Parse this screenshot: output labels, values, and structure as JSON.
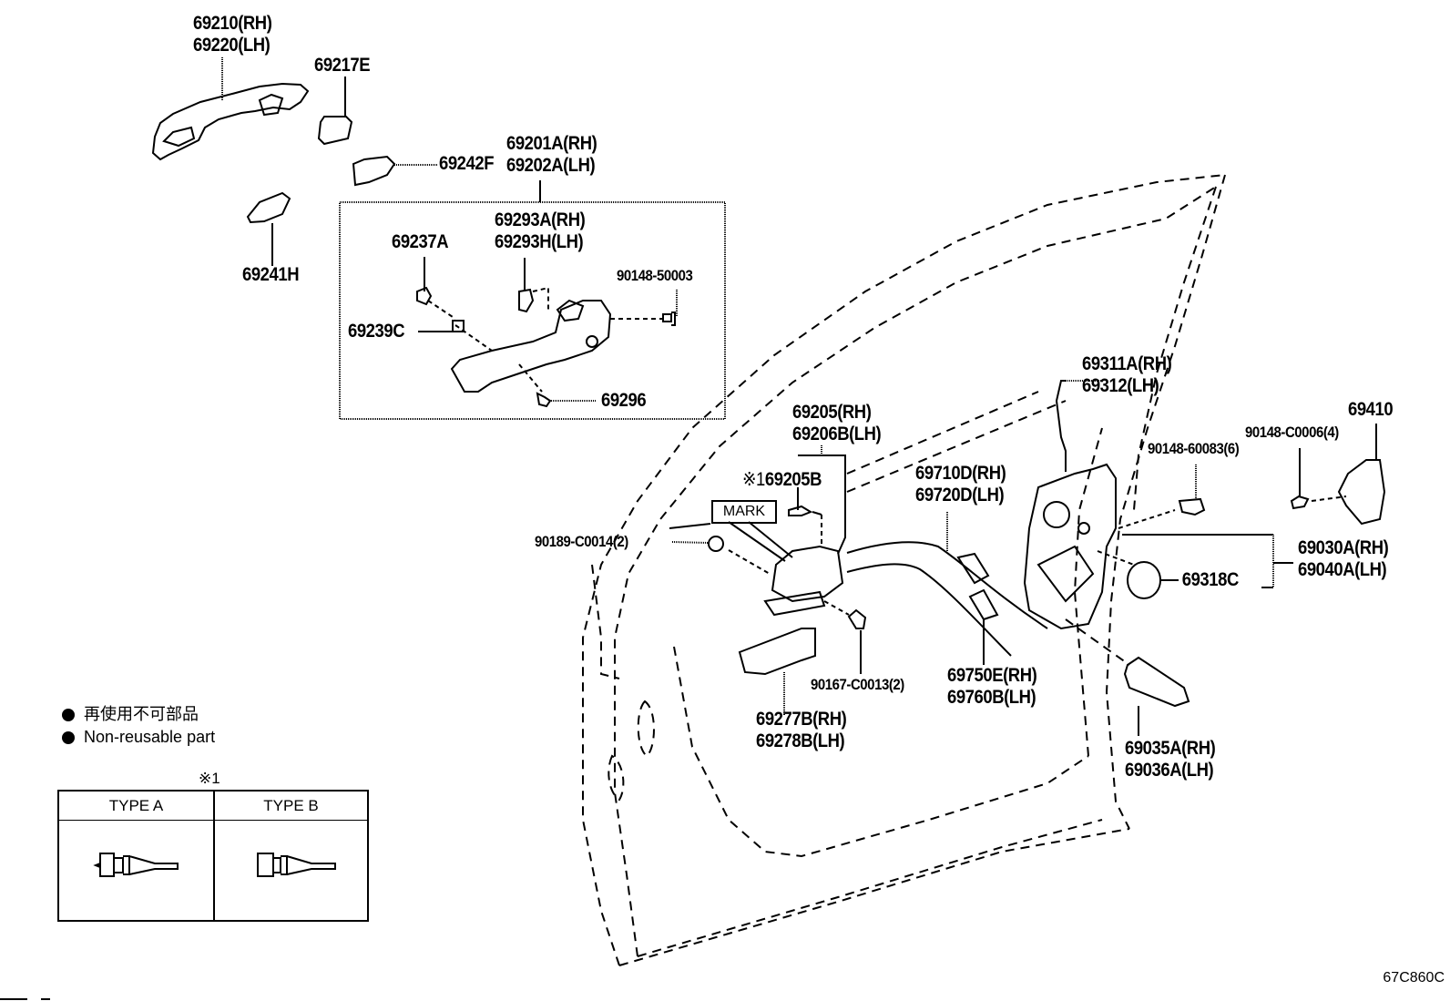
{
  "diagram": {
    "title": "Front door lock & handle parts diagram",
    "figure_code": "67C860C",
    "mark_label": "MARK",
    "labels": {
      "outside_handle": [
        "69210(RH)",
        "69220(LH)"
      ],
      "cap": "69217E",
      "pad": "69242F",
      "handle_cover": "69241H",
      "frame_assy": [
        "69201A(RH)",
        "69202A(LH)"
      ],
      "frame_sub": [
        "69293A(RH)",
        "69293H(LH)"
      ],
      "clip": "69237A",
      "spacer": "69239C",
      "screw_50003": "90148-50003",
      "screw_69296": "69296",
      "inside_handle": [
        "69205(RH)",
        "69206B(LH)"
      ],
      "inside_handle_sub": "69205B",
      "inside_handle_sub_prefix": "※1",
      "clip_c0014": "90189-C0014(2)",
      "bezel": [
        "69277B(RH)",
        "69278B(LH)"
      ],
      "screw_c0013": "90167-C0013(2)",
      "cable_lock": [
        "69710D(RH)",
        "69720D(LH)"
      ],
      "cable_inside": [
        "69750E(RH)",
        "69760B(LH)"
      ],
      "rod": [
        "69311A(RH)",
        "69312(LH)"
      ],
      "screw_60083": "90148-60083(6)",
      "striker_screw": "90148-C0006(4)",
      "striker": "69410",
      "lock_assy": [
        "69030A(RH)",
        "69040A(LH)"
      ],
      "seal": "69318C",
      "lock_cover": [
        "69035A(RH)",
        "69036A(LH)"
      ]
    },
    "legend": {
      "non_reusable_jp": "再使用不可部品",
      "non_reusable_en": "Non-reusable part"
    },
    "type_table": {
      "note_mark": "※1",
      "headers": [
        "TYPE A",
        "TYPE B"
      ]
    }
  }
}
